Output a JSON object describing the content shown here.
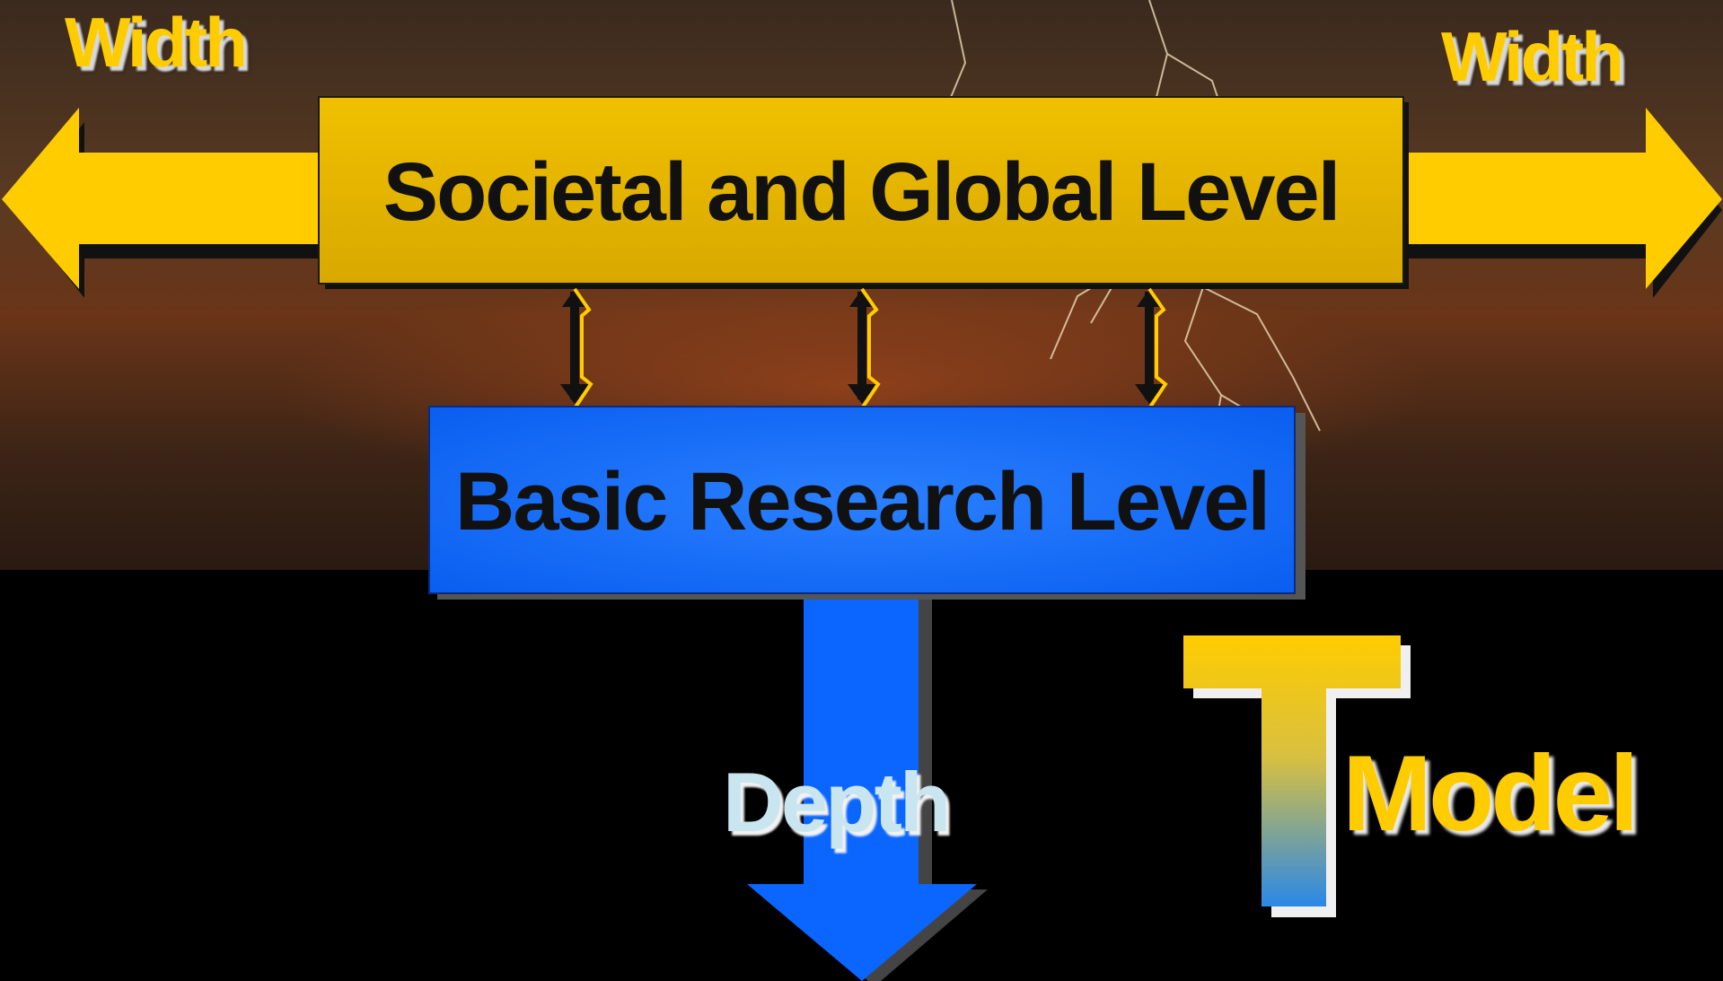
{
  "diagram": {
    "left_width_label": "Width",
    "right_width_label": "Width",
    "top_box_label": "Societal and Global Level",
    "bottom_box_label": "Basic Research Level",
    "depth_label": "Depth",
    "model_label": "Model",
    "colors": {
      "gold": "#e8b400",
      "yellow": "#ffcc00",
      "blue": "#0a66ff",
      "depth_text": "#c9e6f0",
      "background": "#000000"
    }
  }
}
